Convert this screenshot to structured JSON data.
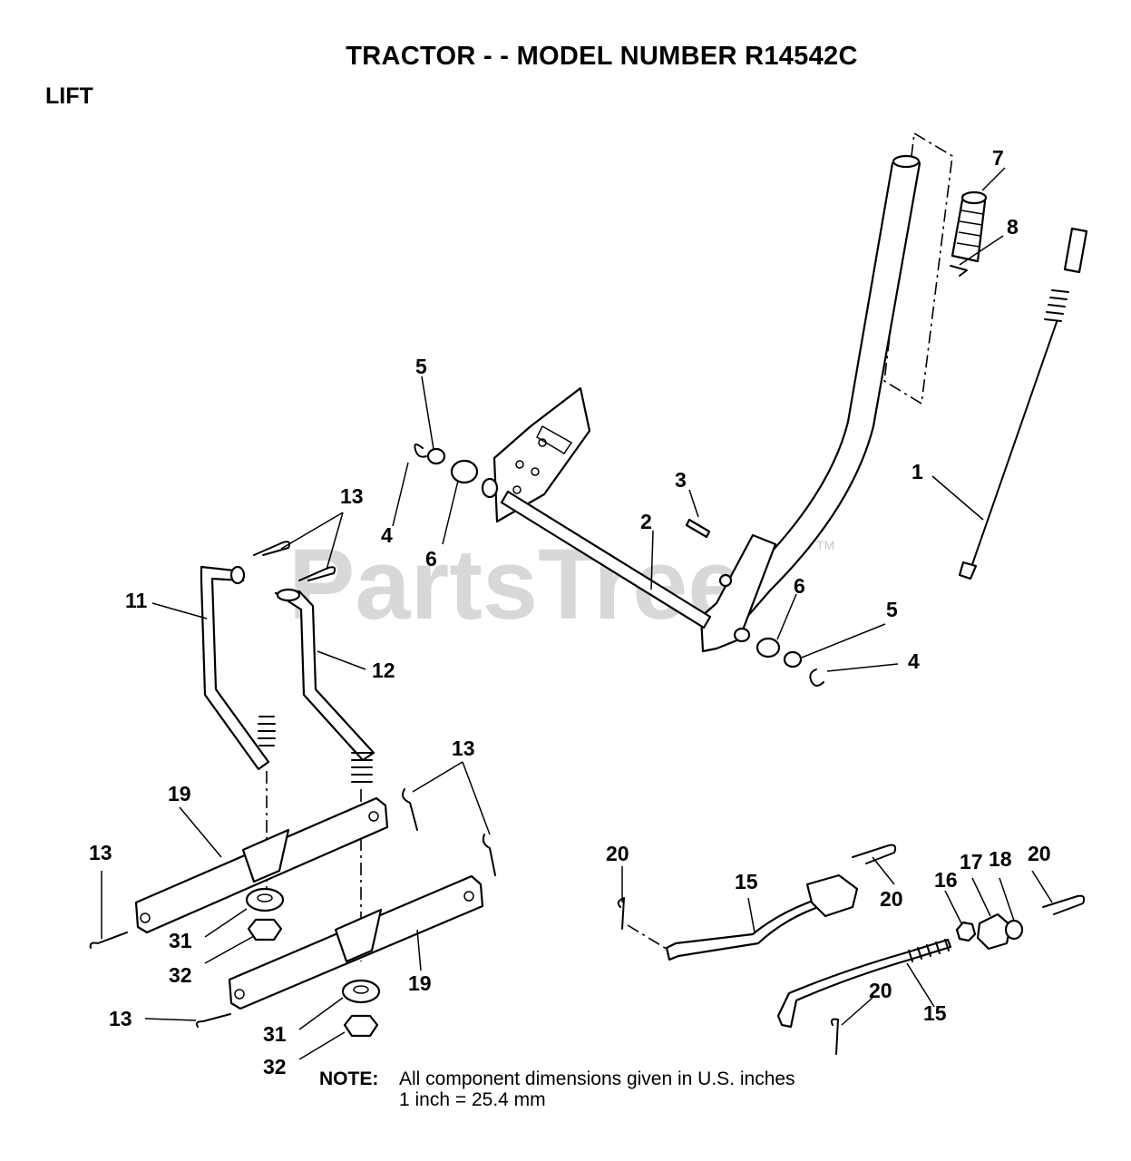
{
  "title": "TRACTOR - - MODEL NUMBER R14542C",
  "section": "LIFT",
  "watermark": "PartsTree",
  "watermark_tm": "TM",
  "note": {
    "label": "NOTE:",
    "line1": "All component dimensions given in U.S. inches",
    "line2": "1 inch = 25.4 mm"
  },
  "labels": {
    "p1": "1",
    "p2": "2",
    "p3": "3",
    "p4a": "4",
    "p4b": "4",
    "p5a": "5",
    "p5b": "5",
    "p6a": "6",
    "p6b": "6",
    "p7": "7",
    "p8": "8",
    "p11": "11",
    "p12": "12",
    "p13a": "13",
    "p13b": "13",
    "p13c": "13",
    "p13d": "13",
    "p15a": "15",
    "p15b": "15",
    "p16": "16",
    "p17": "17",
    "p18": "18",
    "p19a": "19",
    "p19b": "19",
    "p20a": "20",
    "p20b": "20",
    "p20c": "20",
    "p20d": "20",
    "p31a": "31",
    "p31b": "31",
    "p32a": "32",
    "p32b": "32"
  }
}
